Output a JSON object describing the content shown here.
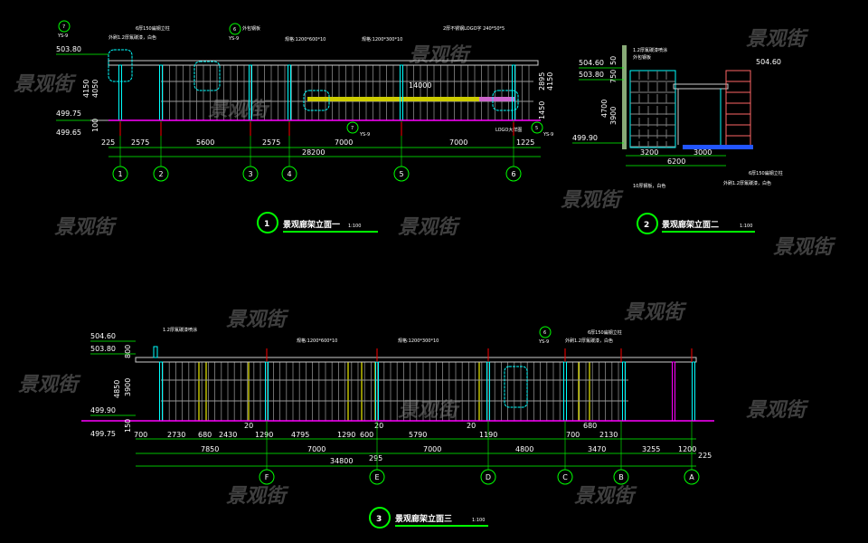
{
  "watermark": "景观街",
  "colors": {
    "background": "#000000",
    "dimension": "#00ff00",
    "post": "#00ffff",
    "ground": "#ff00ff",
    "accent": "#ffff00",
    "axis_red": "#ff0000"
  },
  "elevation1": {
    "number": "1",
    "title": "景观廊架立面一",
    "scale": "1:100",
    "levels": [
      "503.80",
      "499.75",
      "499.65"
    ],
    "vertical_dims": [
      "4150",
      "4050",
      "100",
      "2895",
      "4150",
      "1450"
    ],
    "span_dims": [
      "225",
      "2575",
      "5600",
      "2575",
      "7000",
      "7000",
      "1225"
    ],
    "total": "28200",
    "inner_dim": "14000",
    "axes": [
      "1",
      "2",
      "3",
      "4",
      "5",
      "6"
    ],
    "notes": [
      "6厚150扁钢立柱",
      "外刷1.2厚氟碳漆，白色",
      "外包钢板",
      "规格:1200*600*10",
      "规格:1200*300*10",
      "2厚不锈钢LOGO字 240*50*5",
      "LOGO大样图"
    ],
    "callouts": [
      {
        "num": "7",
        "sheet": "YS-9"
      },
      {
        "num": "6",
        "sheet": "YS-9"
      },
      {
        "num": "7",
        "sheet": "YS-9"
      },
      {
        "num": "5",
        "sheet": "YS-9"
      }
    ]
  },
  "elevation2": {
    "number": "2",
    "title": "景观廊架立面二",
    "scale": "1:100",
    "levels": [
      "504.60",
      "503.80",
      "499.90",
      "504.60"
    ],
    "vertical_dims": [
      "4700",
      "3900",
      "750",
      "50"
    ],
    "span_dims": [
      "3200",
      "3000"
    ],
    "total": "6200",
    "notes": [
      "1.2厚氟碳漆喷涂",
      "外包钢板",
      "6厚150扁钢立柱",
      "外刷1.2厚氟碳漆，白色",
      "10厚钢板，白色"
    ]
  },
  "elevation3": {
    "number": "3",
    "title": "景观廊架立面三",
    "scale": "1:100",
    "levels": [
      "504.60",
      "503.80",
      "499.90",
      "499.75"
    ],
    "vertical_dims": [
      "4850",
      "3900",
      "800",
      "150"
    ],
    "detail_dims": [
      "700",
      "2730",
      "680",
      "2430",
      "20",
      "1290",
      "4795",
      "1290",
      "600",
      "20",
      "5790",
      "20",
      "1190",
      "700",
      "680",
      "2130"
    ],
    "span_dims": [
      "7850",
      "7000",
      "295",
      "7000",
      "4800",
      "3470",
      "3255",
      "1200"
    ],
    "total": "34800",
    "end_dim": "225",
    "axes": [
      "F",
      "E",
      "D",
      "C",
      "B",
      "A"
    ],
    "notes": [
      "1.2厚氟碳漆喷涂",
      "规格:1200*600*10",
      "规格:1200*300*10",
      "6厚150扁钢立柱",
      "外刷1.2厚氟碳漆，白色"
    ],
    "callouts": [
      {
        "num": "6",
        "sheet": "YS-9"
      }
    ]
  }
}
